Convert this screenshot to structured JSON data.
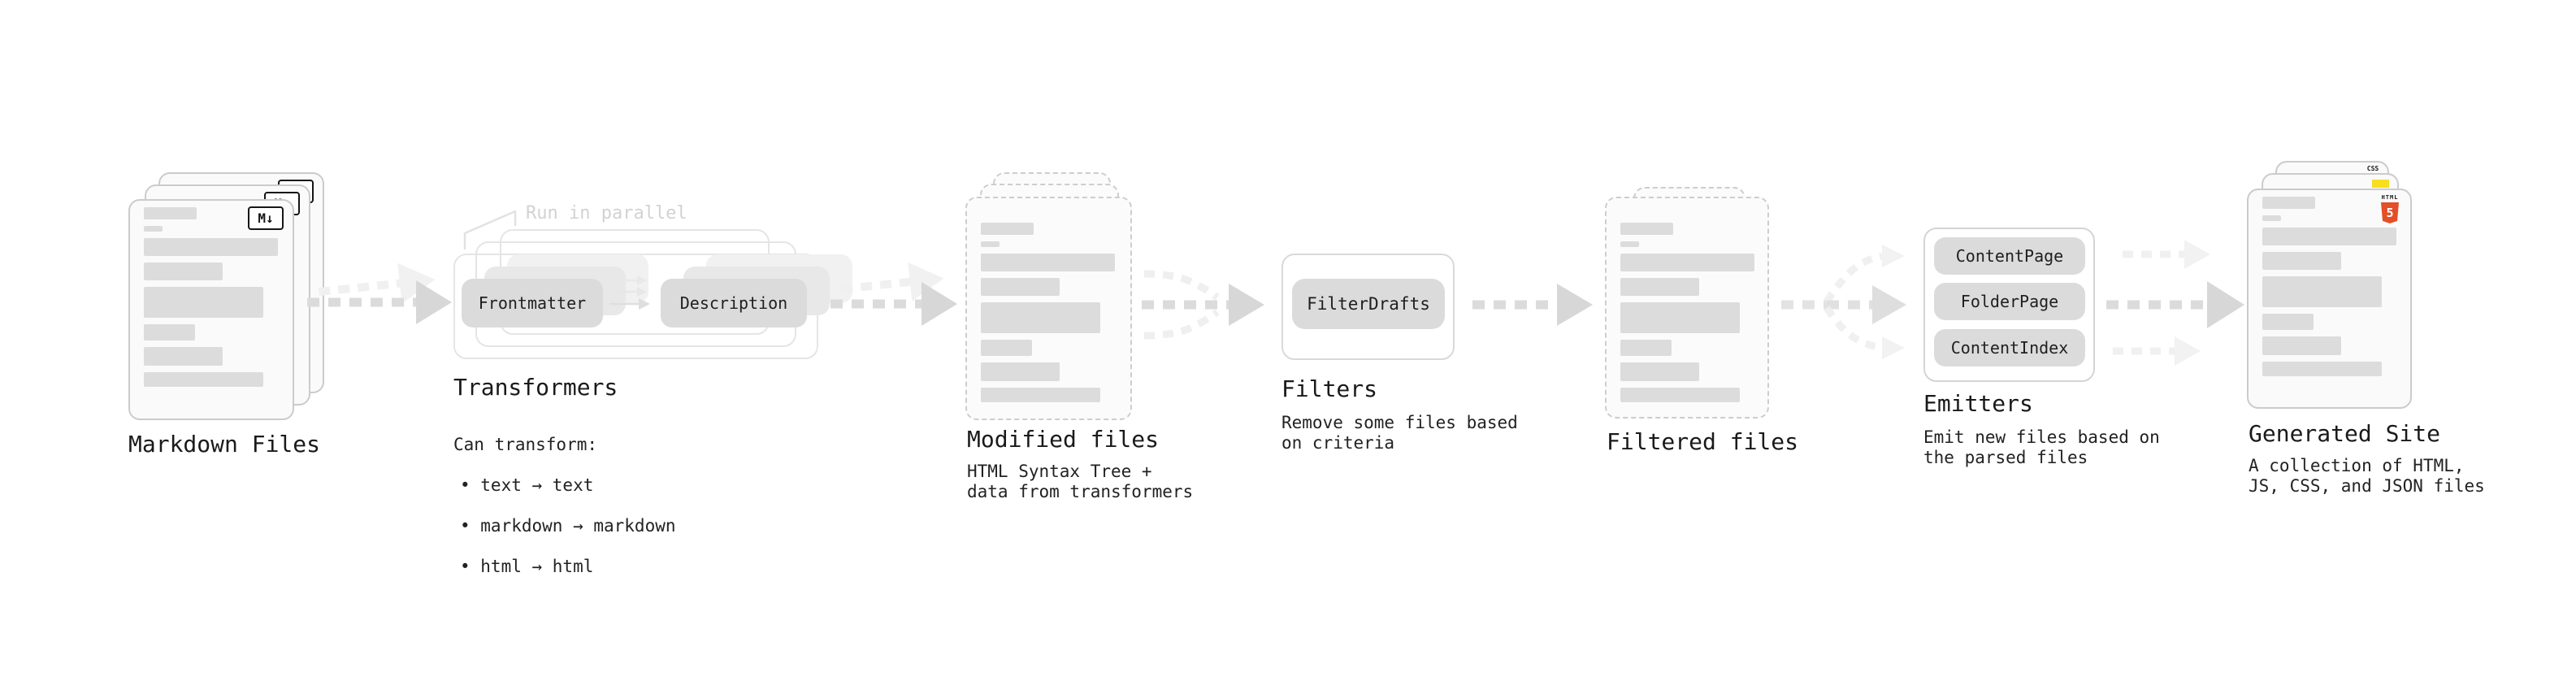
{
  "colors": {
    "html5_orange": "#e34f26",
    "js_yellow": "#f7df1e",
    "css_blue": "#2862e9",
    "pill_fill": "#dbdbdb",
    "bar_fill": "#dcdcdc",
    "label_text": "#1a1a1a",
    "muted_annotation": "#d2d2d2"
  },
  "doc_bars": [
    {
      "w": 65,
      "h": 15
    },
    {
      "w": 23,
      "h": 7
    },
    {
      "w": 165,
      "h": 22
    },
    {
      "w": 97,
      "h": 22
    },
    {
      "w": 147,
      "h": 38
    },
    {
      "w": 63,
      "h": 20
    },
    {
      "w": 97,
      "h": 23
    },
    {
      "w": 147,
      "h": 18
    }
  ],
  "stages": {
    "markdown_files": {
      "label": "Markdown Files",
      "badge": "M↓"
    },
    "transformers": {
      "label": "Transformers",
      "annotation": "Run in parallel",
      "pills": [
        "Frontmatter",
        "Description"
      ],
      "caption_title": "Can transform:",
      "bullets": [
        "• text → text",
        "• markdown → markdown",
        "• html → html"
      ]
    },
    "modified_files": {
      "label": "Modified files",
      "caption": "HTML Syntax Tree +\ndata from transformers"
    },
    "filters": {
      "label": "Filters",
      "pills": [
        "FilterDrafts"
      ],
      "caption": "Remove some files based\non criteria"
    },
    "filtered_files": {
      "label": "Filtered files"
    },
    "emitters": {
      "label": "Emitters",
      "pills": [
        "ContentPage",
        "FolderPage",
        "ContentIndex"
      ],
      "caption": "Emit new files based on\nthe parsed files"
    },
    "generated_site": {
      "label": "Generated Site",
      "caption": "A collection of HTML,\nJS, CSS, and JSON files",
      "badges": {
        "css": "CSS",
        "html_word": "HTML",
        "html_number": "5"
      }
    }
  }
}
